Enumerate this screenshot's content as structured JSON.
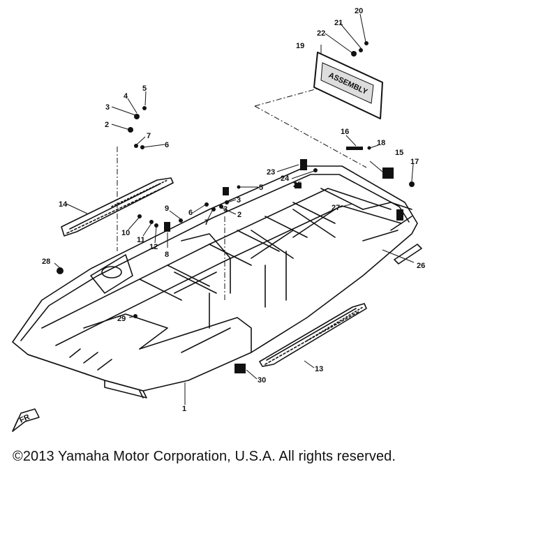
{
  "callouts": {
    "c1": "1",
    "c2a": "2",
    "c2b": "2",
    "c3a": "3",
    "c3b": "3",
    "c3c": "3",
    "c4": "4",
    "c5a": "5",
    "c5b": "5",
    "c6a": "6",
    "c6b": "6",
    "c7a": "7",
    "c7b": "7",
    "c8": "8",
    "c9": "9",
    "c10": "10",
    "c11": "11",
    "c12": "12",
    "c13": "13",
    "c14": "14",
    "c15": "15",
    "c16": "16",
    "c17": "17",
    "c18": "18",
    "c19": "19",
    "c20": "20",
    "c21": "21",
    "c22": "22",
    "c23": "23",
    "c24": "24",
    "c25": "25",
    "c26": "26",
    "c27": "27",
    "c28": "28",
    "c29": "29",
    "c30": "30"
  },
  "fr_mark": "FR",
  "copyright": "©2013 Yamaha Motor Corporation, U.S.A. All rights reserved."
}
